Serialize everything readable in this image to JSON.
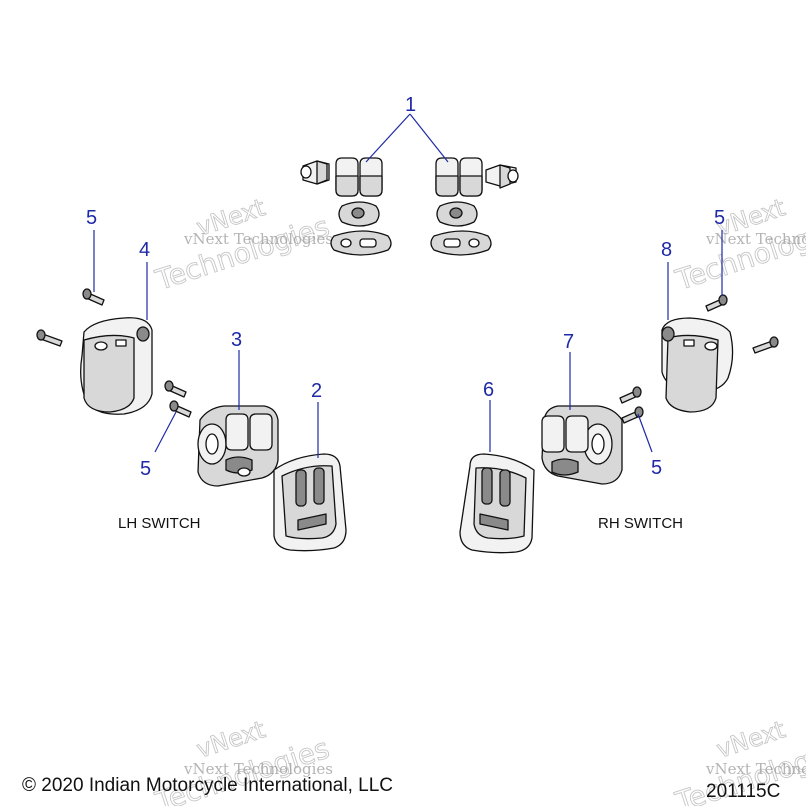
{
  "callouts": {
    "c1": "1",
    "c2": "2",
    "c3": "3",
    "c4": "4",
    "c5a": "5",
    "c5b": "5",
    "c5c": "5",
    "c5d": "5",
    "c6": "6",
    "c7": "7",
    "c8": "8"
  },
  "captions": {
    "lh": "LH SWITCH",
    "rh": "RH SWITCH"
  },
  "footer": {
    "copyright": "© 2020 Indian Motorcycle International, LLC",
    "drawing_id": "201115C"
  },
  "watermark": {
    "line1": "vNext Technologies",
    "line2": "Technologies",
    "line3": "vNext"
  },
  "colors": {
    "callout": "#1f2aa8",
    "part_shade": "#d8d8d8"
  }
}
